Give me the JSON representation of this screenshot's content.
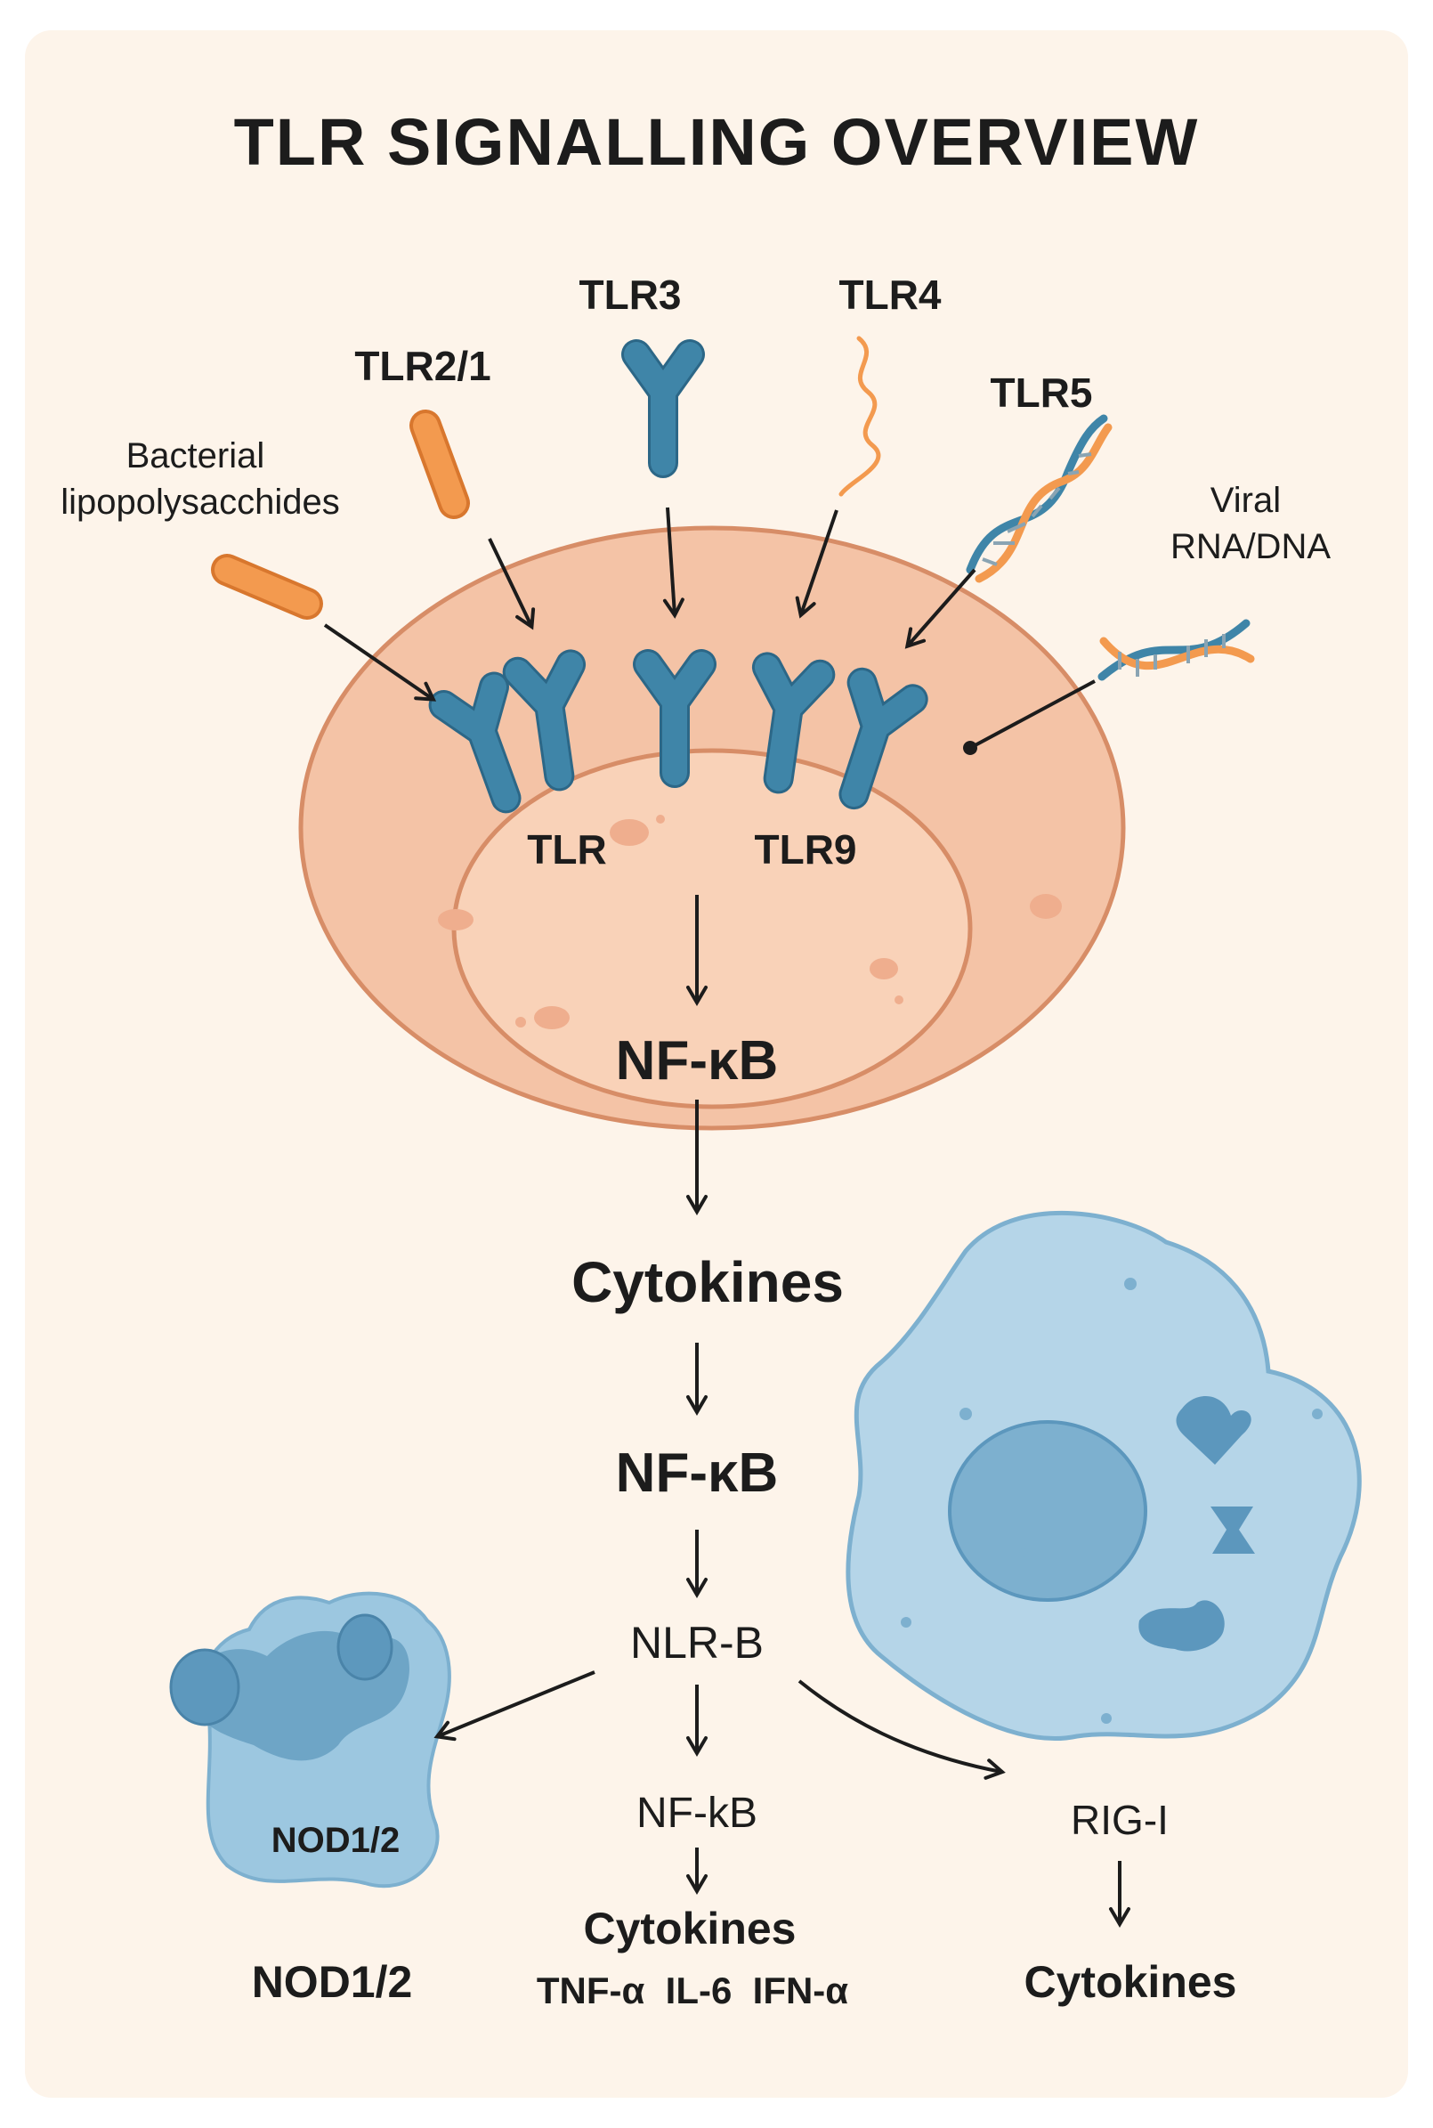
{
  "title": "TLR SIGNALLING OVERVIEW",
  "ligands": {
    "bacterial": "Bacterial\nlipopolysacchides",
    "tlr2_1": "TLR2/1",
    "tlr3": "TLR3",
    "tlr4": "TLR4",
    "tlr5": "TLR5",
    "viral": "Viral\nRNA/DNA"
  },
  "cell": {
    "tlr_label": "TLR",
    "tlr9_label": "TLR9",
    "nfkb_label": "NF-κB"
  },
  "pathway": {
    "cytokines_1": "Cytokines",
    "nfkb_2": "NF-κB",
    "nlr_b": "NLR-B",
    "nfkb_3": "NF-kB",
    "cytokines_2": "Cytokines",
    "cytokine_list": "TNF-α  IL-6  IFN-α",
    "rig_i": "RIG-I",
    "cytokines_3": "Cytokines",
    "nod_inner": "NOD1/2",
    "nod_outer": "NOD1/2"
  },
  "colors": {
    "background": "#fdf4ea",
    "cell_outer": "#f4c3a6",
    "cell_outer_stroke": "#d78d67",
    "nucleus": "#f9d2b8",
    "receptor": "#3f85a8",
    "receptor_stroke": "#2c6787",
    "bacterium": "#f39a4f",
    "immune_cell": "#b5d5e8",
    "immune_nucleus": "#7db0cf",
    "text": "#1c1c1c"
  }
}
